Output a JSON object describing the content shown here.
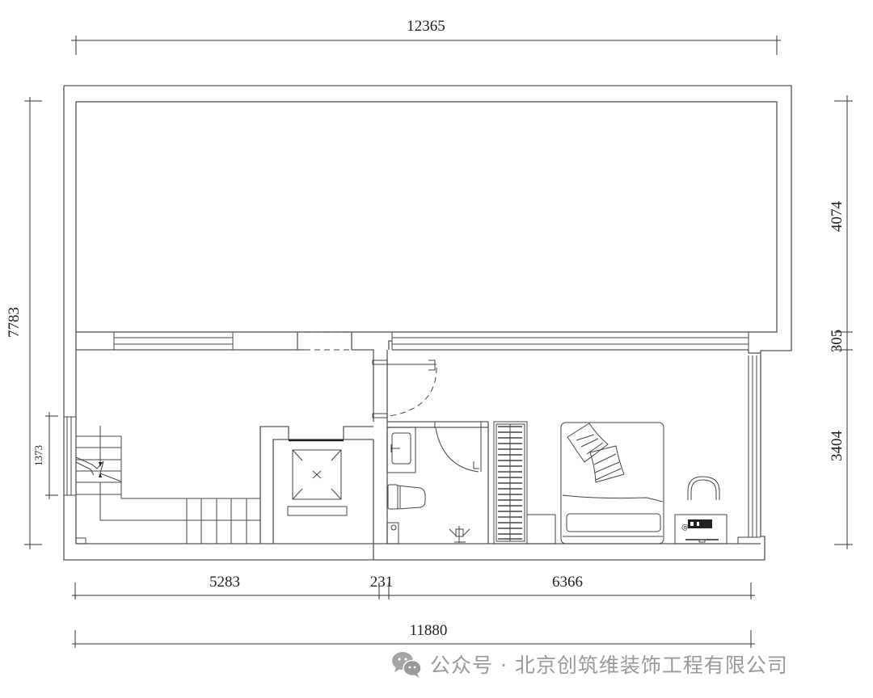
{
  "drawing": {
    "type": "architectural floor plan",
    "dimensions": {
      "top_overall": "12365",
      "bottom_overall": "11880",
      "bottom_segments": [
        "5283",
        "231",
        "6366"
      ],
      "left_overall": "7783",
      "left_window": "1373",
      "right_segments": [
        "4074",
        "305",
        "3404"
      ]
    },
    "rooms": [
      {
        "name": "upper-open-area"
      },
      {
        "name": "stair-hall"
      },
      {
        "name": "elevator-shaft"
      },
      {
        "name": "bathroom"
      },
      {
        "name": "wardrobe"
      },
      {
        "name": "bedroom"
      }
    ],
    "fixtures": [
      "staircase",
      "elevator",
      "wash-basin",
      "toilet",
      "floor-drain",
      "shower-door",
      "wardrobe",
      "bed",
      "pillows",
      "chair",
      "desk",
      "tv"
    ]
  },
  "watermark": {
    "text": "公众号 · 北京创筑维装饰工程有限公司",
    "color": "#9a9a9a"
  }
}
